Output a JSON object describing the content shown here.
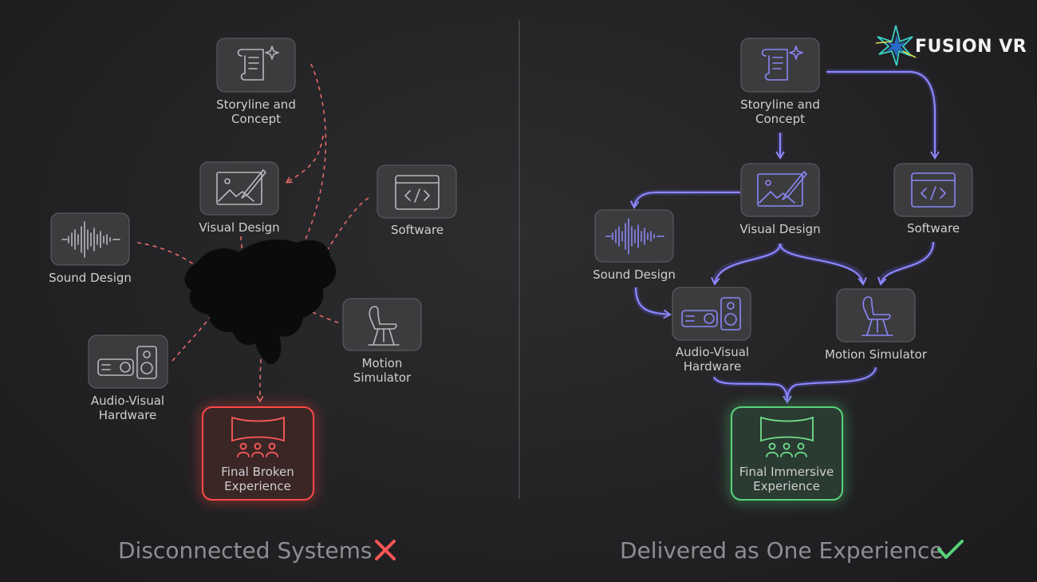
{
  "brand": {
    "name": "FUSION VR"
  },
  "left_panel": {
    "nodes": {
      "storyline": {
        "line1": "Storyline and",
        "line2": "Concept"
      },
      "visual": {
        "line1": "Visual Design"
      },
      "software": {
        "line1": "Software"
      },
      "sound": {
        "line1": "Sound Design"
      },
      "motion": {
        "line1": "Motion",
        "line2": "Simulator"
      },
      "av": {
        "line1": "Audio-Visual",
        "line2": "Hardware"
      },
      "final": {
        "line1": "Final Broken",
        "line2": "Experience"
      }
    },
    "caption": "Disconnected Systems",
    "caption_icon": "cross-icon"
  },
  "right_panel": {
    "nodes": {
      "storyline": {
        "line1": "Storyline and",
        "line2": "Concept"
      },
      "visual": {
        "line1": "Visual Design"
      },
      "software": {
        "line1": "Software"
      },
      "sound": {
        "line1": "Sound Design"
      },
      "av": {
        "line1": "Audio-Visual",
        "line2": "Hardware"
      },
      "motion": {
        "line1": "Motion Simulator"
      },
      "final": {
        "line1": "Final Immersive",
        "line2": "Experience"
      }
    },
    "caption": "Delivered as One Experience",
    "caption_icon": "check-icon"
  },
  "colors": {
    "broken_accent": "#ff4a4a",
    "connected_accent": "#8d87ff",
    "success_accent": "#59d27a"
  }
}
